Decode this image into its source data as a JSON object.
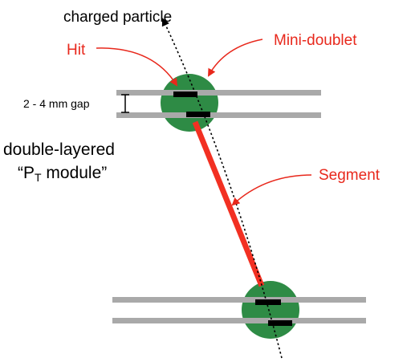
{
  "labels": {
    "particle": "charged particle",
    "hit": "Hit",
    "minidoublet": "Mini-doublet",
    "gap": "2 - 4 mm gap",
    "module_line1": "double-layered",
    "module_open": "“P",
    "module_sub": "T",
    "module_close": " module”",
    "segment": "Segment"
  },
  "colors": {
    "annotation": "#e8281c",
    "segment": "#f23022",
    "module_disc": "#2e8b45",
    "layer_strip": "#a9a9a9",
    "hit_bar": "#000000",
    "text": "#000000"
  }
}
